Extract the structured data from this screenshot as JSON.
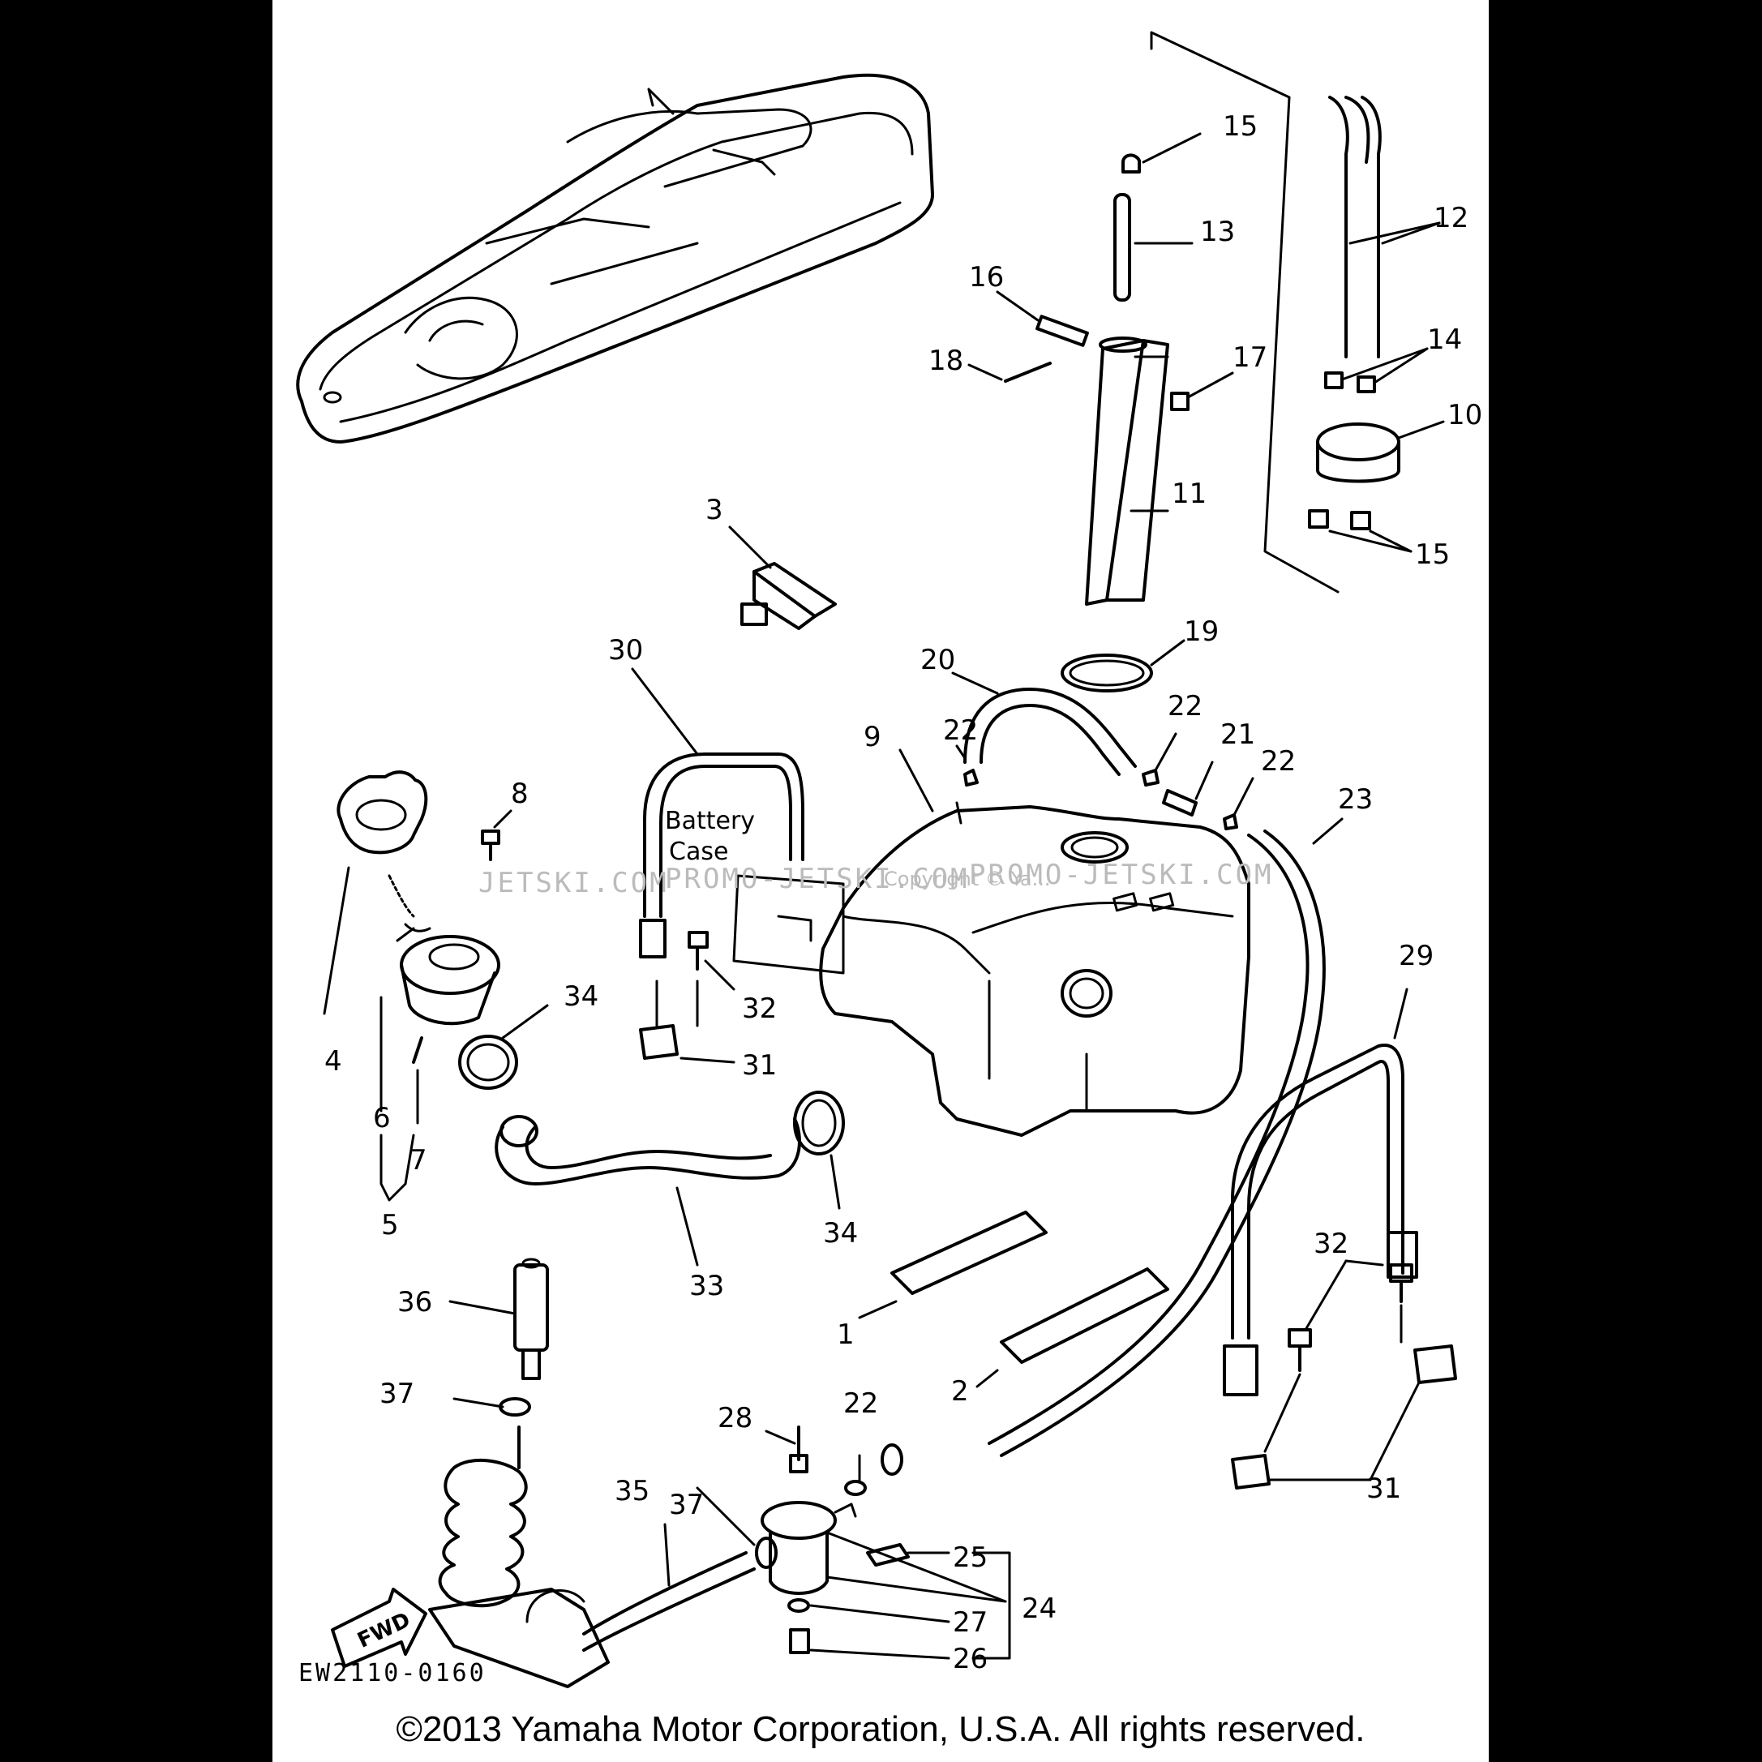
{
  "diagram_code": "EW2110-0160",
  "copyright": "©2013 Yamaha Motor Corporation, U.S.A. All rights reserved.",
  "watermark": {
    "left": "JETSKI.COM",
    "middle": "PROMO-JETSKI.COM",
    "right": "PROMO-JETSKI.COM",
    "small": "Copyright © Ya..."
  },
  "battery_label": [
    "Battery",
    "Case"
  ],
  "fwd_label": "FWD",
  "callouts": {
    "c1": "1",
    "c2": "2",
    "c3": "3",
    "c4": "4",
    "c5": "5",
    "c6": "6",
    "c7": "7",
    "c8": "8",
    "c9": "9",
    "c10": "10",
    "c11": "11",
    "c12": "12",
    "c13": "13",
    "c14": "14",
    "c15a": "15",
    "c15b": "15",
    "c16": "16",
    "c17": "17",
    "c18": "18",
    "c19": "19",
    "c20": "20",
    "c21": "21",
    "c22a": "22",
    "c22b": "22",
    "c22c": "22",
    "c22d": "22",
    "c23": "23",
    "c24": "24",
    "c25": "25",
    "c26": "26",
    "c27": "27",
    "c28": "28",
    "c29": "29",
    "c30": "30",
    "c31a": "31",
    "c31b": "31",
    "c32a": "32",
    "c32b": "32",
    "c33": "33",
    "c34a": "34",
    "c34b": "34",
    "c35": "35",
    "c36": "36",
    "c37a": "37",
    "c37b": "37"
  }
}
